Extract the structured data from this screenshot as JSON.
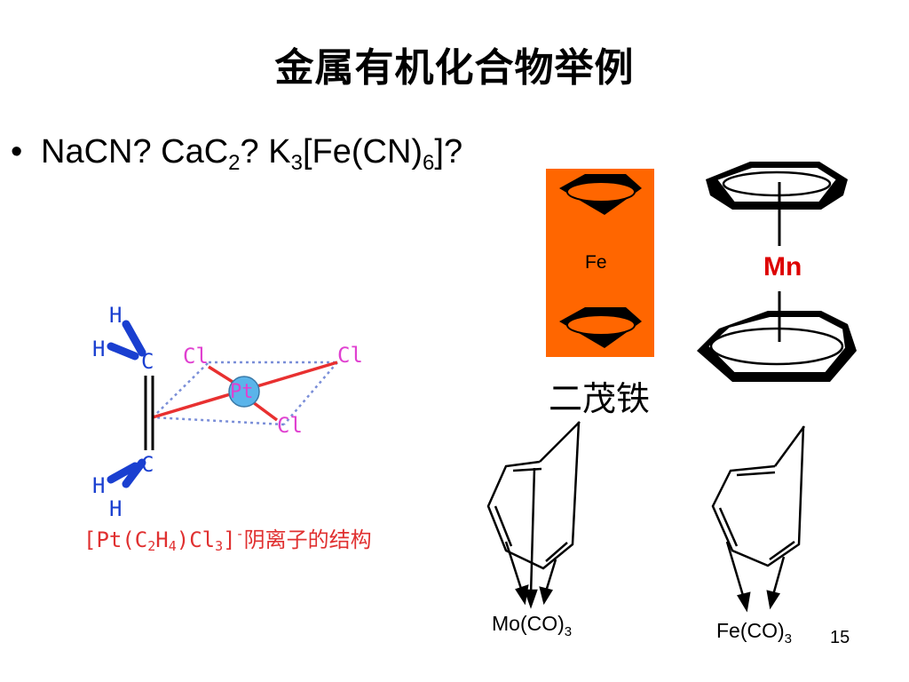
{
  "slide": {
    "title": "金属有机化合物举例",
    "page_number": "15"
  },
  "bullet": {
    "symbol": "•",
    "p1": "NaCN? CaC",
    "s1": "2",
    "p2": "? K",
    "s2": "3",
    "p3": "[Fe(CN)",
    "s3": "6",
    "p4": "]?"
  },
  "pt_complex": {
    "atom_h": "H",
    "atom_c": "C",
    "atom_cl": "Cl",
    "atom_pt": "Pt",
    "caption_a": "[Pt(C",
    "caption_sub2": "2",
    "caption_b": "H",
    "caption_sub4": "4",
    "caption_c": ")Cl",
    "caption_sub3": "3",
    "caption_d": "]",
    "caption_sup": "-",
    "caption_e": "阴离子的结构",
    "colors": {
      "bonds": "#e83030",
      "cl": "#e040d0",
      "h": "#1a3fd0",
      "pt_fill": "#5ab4ea",
      "dashes": "#7a8ed8"
    }
  },
  "ferrocene": {
    "metal": "Fe",
    "caption": "二茂铁",
    "background": "#ff6600"
  },
  "mn_complex": {
    "metal": "Mn",
    "metal_color": "#dd0000"
  },
  "mo_complex": {
    "label_main": "Mo(CO)",
    "label_sub": "3"
  },
  "fe_complex": {
    "label_main": "Fe(CO)",
    "label_sub": "3"
  }
}
